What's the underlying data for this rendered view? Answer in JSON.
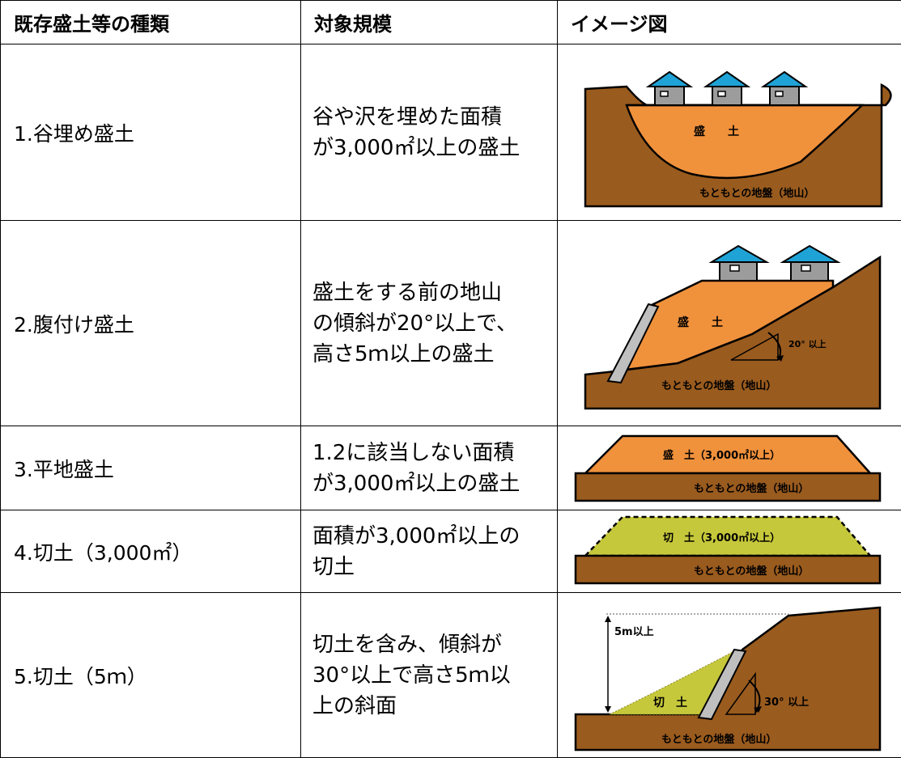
{
  "header": {
    "col_type": "既存盛土等の種類",
    "col_scale": "対象規模",
    "col_image": "イメージ図"
  },
  "rows": [
    {
      "type": "1.谷埋め盛土",
      "scale_lines": [
        "谷や沢を埋めた面積",
        "が3,000㎡以上の盛土"
      ],
      "labels": {
        "fill": "盛　　土",
        "ground": "もともとの地盤（地山）"
      }
    },
    {
      "type": "2.腹付け盛土",
      "scale_lines": [
        "盛土をする前の地山",
        "の傾斜が20°以上で、",
        "高さ5ｍ以上の盛土"
      ],
      "labels": {
        "fill": "盛　　土",
        "angle": "20° 以上",
        "ground": "もともとの地盤（地山）"
      }
    },
    {
      "type": "3.平地盛土",
      "scale_lines": [
        "1.2に該当しない面積",
        "が3,000㎡以上の盛土"
      ],
      "labels": {
        "fill": "盛　土（3,000㎡以上）",
        "ground": "もともとの地盤（地山）"
      }
    },
    {
      "type": "4.切土（3,000㎡）",
      "scale_lines": [
        "面積が3,000㎡以上の",
        "切土"
      ],
      "labels": {
        "fill": "切　土（3,000㎡以上）",
        "ground": "もともとの地盤（地山）"
      }
    },
    {
      "type": "5.切土（5ｍ）",
      "scale_lines": [
        "切土を含み、傾斜が",
        "30°以上で高さ5ｍ以",
        "上の斜面"
      ],
      "labels": {
        "height": "5m以上",
        "fill": "切　土",
        "angle": "30° 以上",
        "ground": "もともとの地盤（地山）"
      }
    }
  ],
  "colors": {
    "ground": "#9A5B1E",
    "fill": "#F0913C",
    "cut": "#C6C83B",
    "roof": "#1FA3D6",
    "house": "#9C9C9C"
  }
}
